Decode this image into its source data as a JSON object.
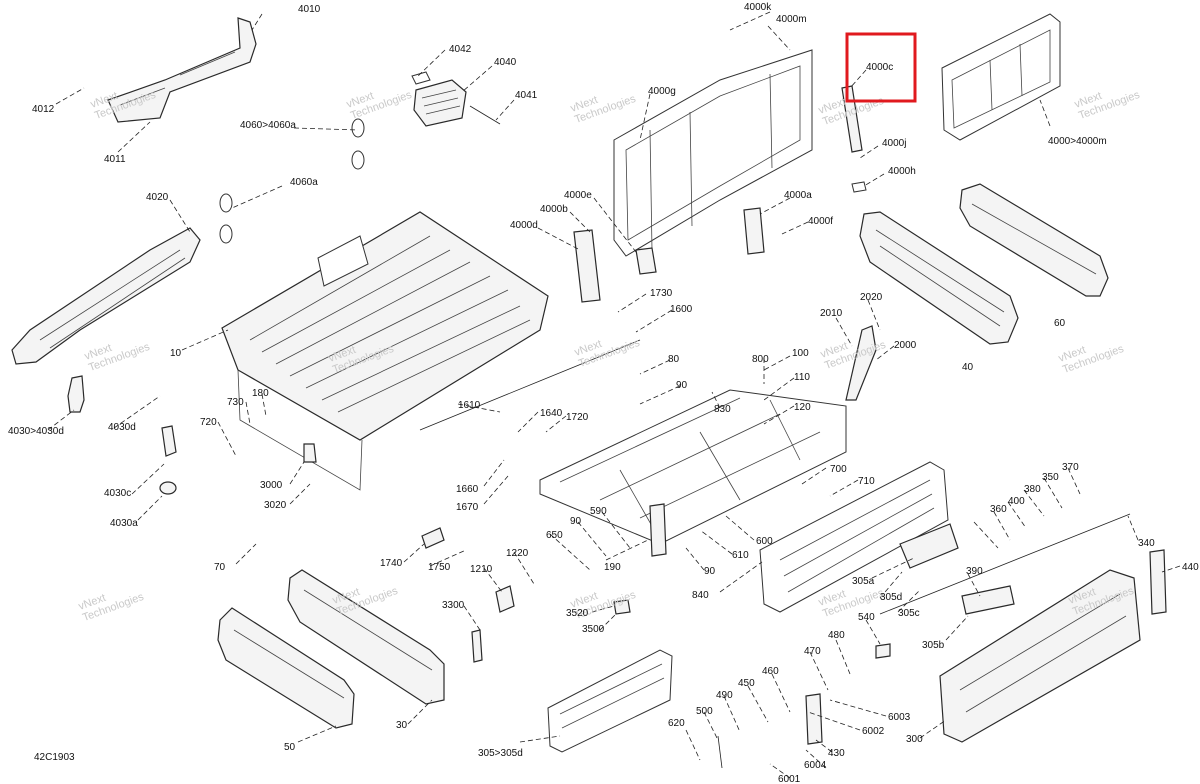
{
  "diagram": {
    "reference_code": "42C1903",
    "watermark_line1": "vNext",
    "watermark_line2": "Technologies",
    "highlighted_callout": "4000c",
    "highlight_color": "#e0191e",
    "callouts": [
      "4010",
      "4012",
      "4011",
      "4042",
      "4040",
      "4041",
      "4060>4060a",
      "4060a",
      "4020",
      "10",
      "4030>4030d",
      "4030d",
      "4030c",
      "4030a",
      "730",
      "180",
      "720",
      "3000",
      "3020",
      "4000k",
      "4000m",
      "4000g",
      "4000c",
      "4000>4000m",
      "4000e",
      "4000b",
      "4000d",
      "4000j",
      "4000h",
      "4000a",
      "4000f",
      "1730",
      "1600",
      "2020",
      "2010",
      "2000",
      "60",
      "40",
      "80",
      "90",
      "800",
      "100",
      "830",
      "110",
      "120",
      "1610",
      "1640",
      "1720",
      "1660",
      "1670",
      "700",
      "710",
      "370",
      "350",
      "380",
      "400",
      "360",
      "340",
      "440",
      "590",
      "90",
      "650",
      "1740",
      "1750",
      "1220",
      "1210",
      "190",
      "610",
      "600",
      "90",
      "840",
      "305a",
      "305d",
      "305c",
      "390",
      "305b",
      "3300",
      "3520",
      "3500",
      "540",
      "480",
      "470",
      "460",
      "450",
      "490",
      "500",
      "620",
      "6003",
      "6002",
      "6004",
      "6001",
      "430",
      "300",
      "305>305d",
      "70",
      "30",
      "50"
    ]
  }
}
